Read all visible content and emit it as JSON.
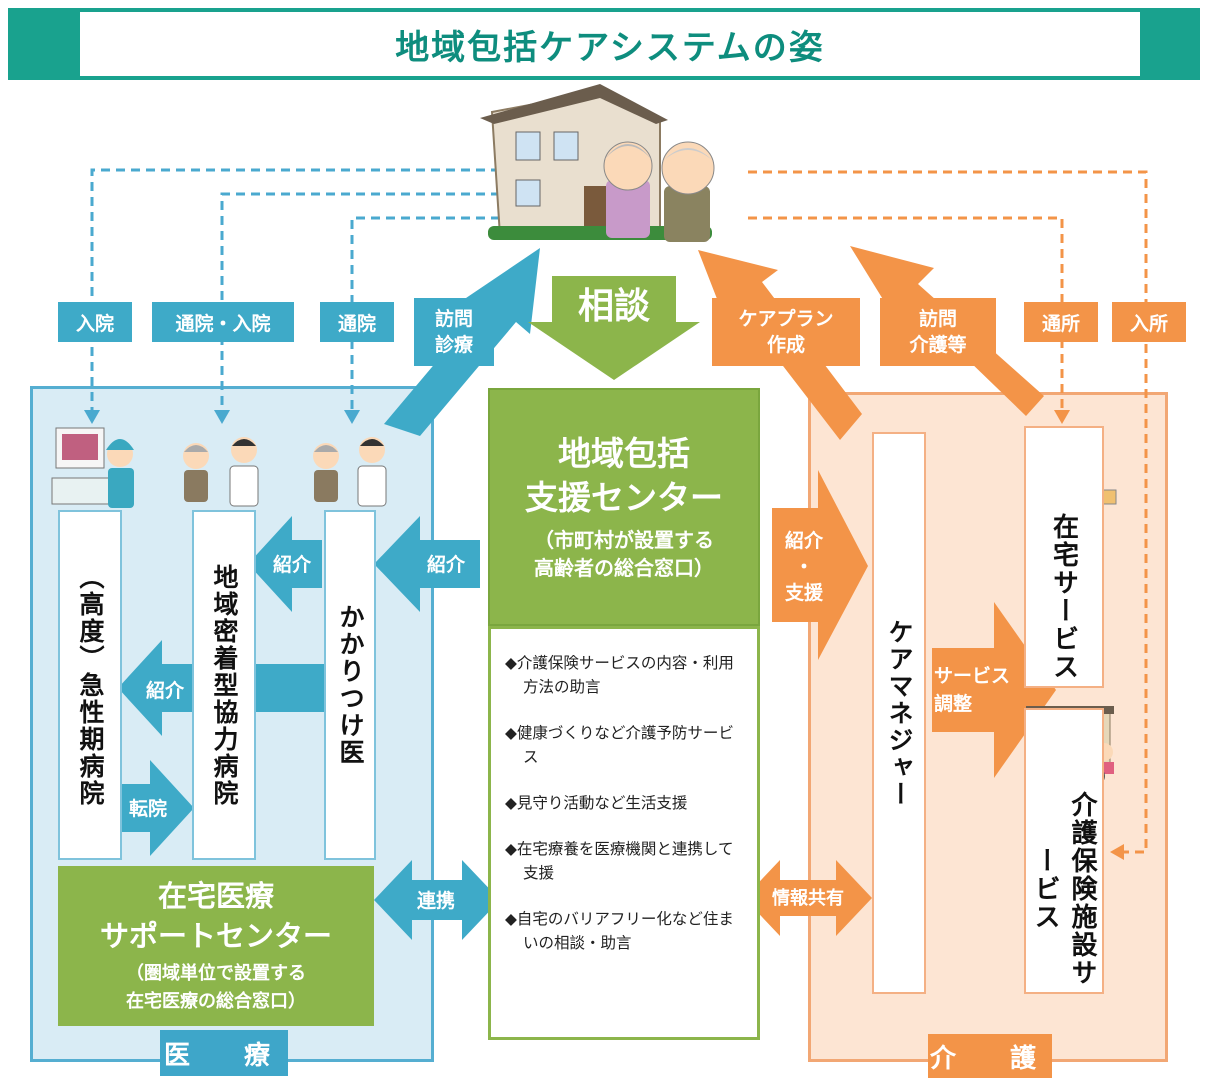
{
  "title": "地域包括ケアシステムの姿",
  "regions": {
    "medical": "医　療",
    "care": "介　護"
  },
  "tags": {
    "hospitalization": "入院",
    "outpatient_inpatient": "通院・入院",
    "outpatient": "通院",
    "home_visit_care_l1": "訪問",
    "home_visit_care_l2": "診療",
    "consult": "相談",
    "careplan_l1": "ケアプラン",
    "careplan_l2": "作成",
    "visit_nursing_l1": "訪問",
    "visit_nursing_l2": "介護等",
    "day_service": "通所",
    "admission": "入所",
    "referral_1": "紹介",
    "referral_2": "紹介",
    "referral_3": "紹介",
    "transfer": "転院",
    "referral_support_l1": "紹介",
    "referral_support_l2": "・",
    "referral_support_l3": "支援",
    "service_adjust_l1": "サービス",
    "service_adjust_l2": "調整",
    "cooperation": "連携",
    "info_sharing": "情報共有"
  },
  "columns": {
    "acute_hospital": "（高度）急性期病院",
    "community_hospital": "地域密着型協力病院",
    "family_doctor": "かかりつけ医",
    "care_manager": "ケアマネジャー",
    "home_service": "在宅サービス",
    "facility_service": "介護保険施設サービス"
  },
  "center": {
    "title_l1": "地域包括",
    "title_l2": "支援センター",
    "sub_l1": "（市町村が設置する",
    "sub_l2": "高齢者の総合窓口）",
    "items": [
      "◆介護保険サービスの内容・利用方法の助言",
      "◆健康づくりなど介護予防サービス",
      "◆見守り活動など生活支援",
      "◆在宅療養を医療機関と連携して支援",
      "◆自宅のバリアフリー化など住まいの相談・助言"
    ]
  },
  "support_center": {
    "title_l1": "在宅医療",
    "title_l2": "サポートセンター",
    "sub_l1": "（圏域単位で設置する",
    "sub_l2": "在宅医療の総合窓口）"
  },
  "colors": {
    "teal": "#19a28e",
    "blue": "#3eaac8",
    "orange": "#f39448",
    "green": "#8cb54b"
  }
}
